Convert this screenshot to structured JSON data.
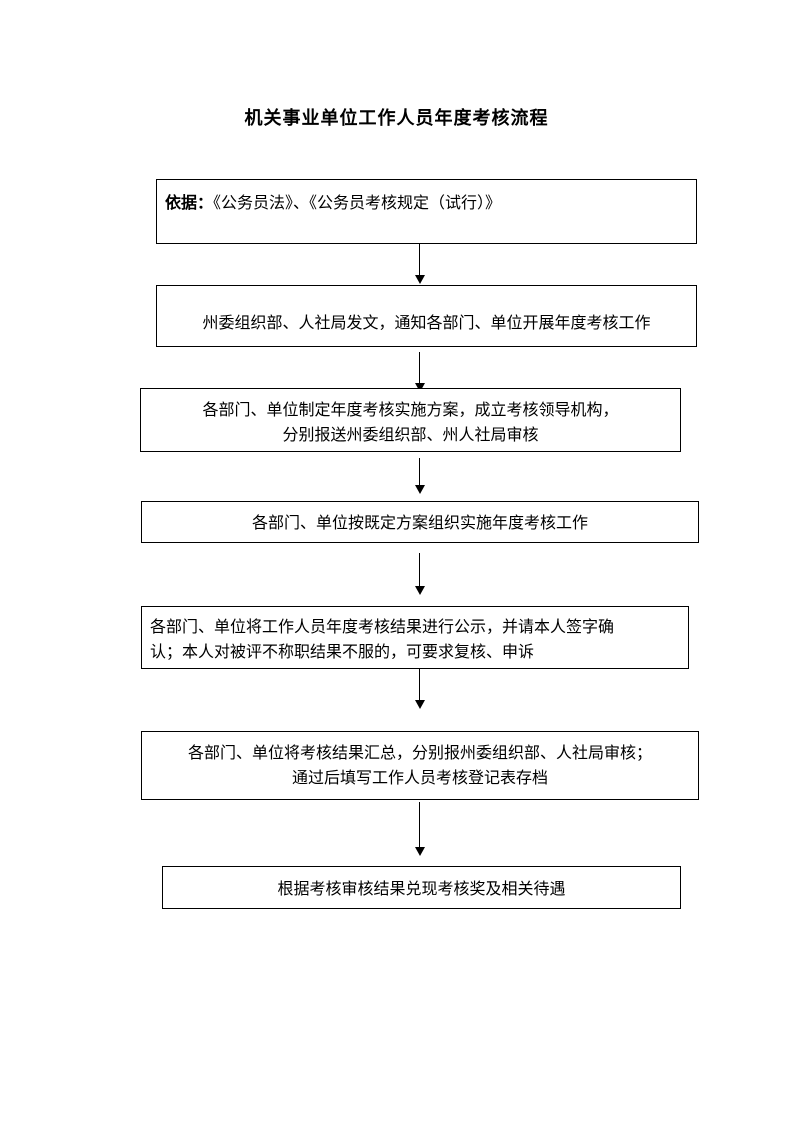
{
  "title": "机关事业单位工作人员年度考核流程",
  "steps": [
    {
      "label": "依据：",
      "text": "《公务员法》、《公务员考核规定（试行）》"
    },
    {
      "lines": [
        "州委组织部、人社局发文，通知各部门、单位开展年度考核工作"
      ]
    },
    {
      "lines": [
        "各部门、单位制定年度考核实施方案，成立考核领导机构，",
        "分别报送州委组织部、州人社局审核"
      ]
    },
    {
      "lines": [
        "各部门、单位按既定方案组织实施年度考核工作"
      ]
    },
    {
      "lines": [
        "各部门、单位将工作人员年度考核结果进行公示，并请本人签字确",
        "认；本人对被评不称职结果不服的，可要求复核、申诉"
      ]
    },
    {
      "lines": [
        "各部门、单位将考核结果汇总，分别报州委组织部、人社局审核；",
        "通过后填写工作人员考核登记表存档"
      ]
    },
    {
      "lines": [
        "根据考核审核结果兑现考核奖及相关待遇"
      ]
    }
  ]
}
